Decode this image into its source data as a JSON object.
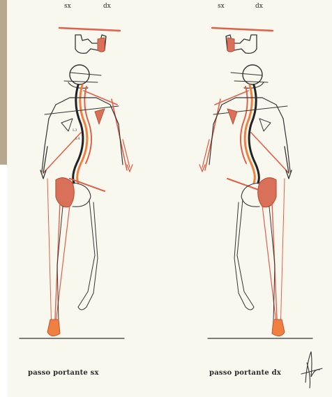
{
  "figure": {
    "left_panel": {
      "top_label_sx": "sx",
      "top_label_dx": "dx",
      "caption": "passo portante sx"
    },
    "right_panel": {
      "top_label_sx": "sx",
      "top_label_dx": "dx",
      "caption": "passo portante dx"
    },
    "colors": {
      "paper": "#f9f8ee",
      "red": "#e0604a",
      "red_fill": "#d9705a",
      "orange": "#f08040",
      "ink": "#333333"
    },
    "icons": {
      "signature": "signature-icon"
    }
  }
}
